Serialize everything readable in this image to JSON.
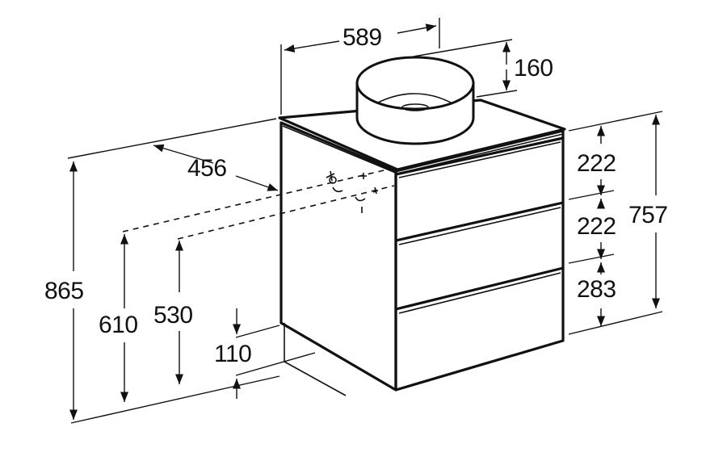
{
  "dimensions": {
    "width": "589",
    "basin_height": "160",
    "depth": "456",
    "total_height": "865",
    "drawer_top": "222",
    "drawer_middle": "222",
    "drawer_bottom": "283",
    "cabinet_height": "757",
    "drain_height_1": "610",
    "drain_height_2": "530",
    "floor_clearance": "110"
  }
}
